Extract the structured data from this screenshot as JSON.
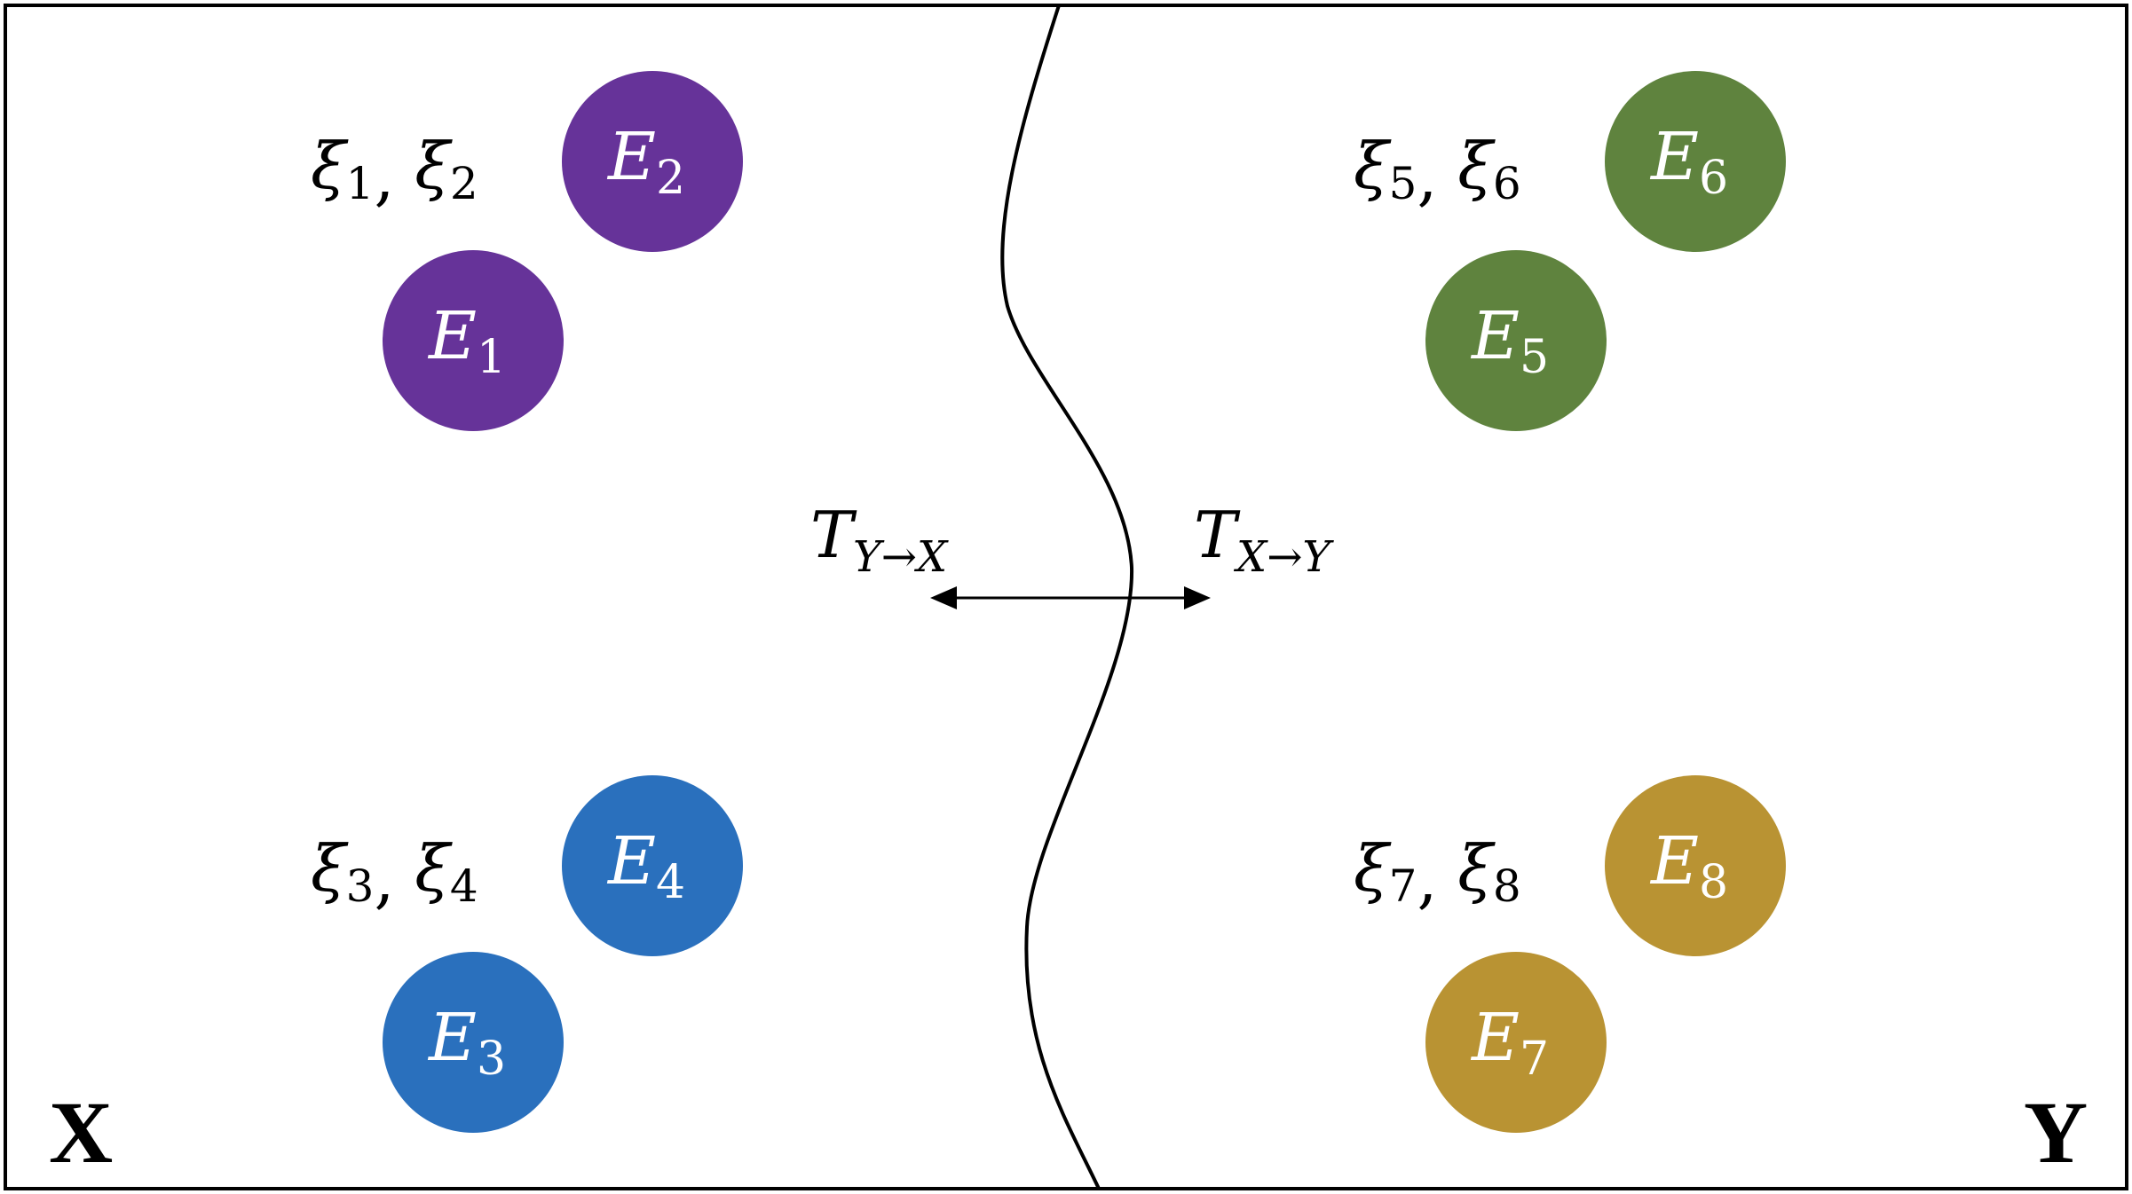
{
  "regions": {
    "left_label": "X",
    "right_label": "Y"
  },
  "maps": {
    "left": {
      "base": "T",
      "sub": "Y→X"
    },
    "right": {
      "base": "T",
      "sub": "X→Y"
    }
  },
  "groups": [
    {
      "id": "purple",
      "color": "#663399",
      "labels": [
        {
          "sym": "ξ",
          "sub": "1"
        },
        {
          "sym": "ξ",
          "sub": "2"
        }
      ],
      "nodes": [
        {
          "base": "E",
          "sub": "1"
        },
        {
          "base": "E",
          "sub": "2"
        }
      ]
    },
    {
      "id": "blue",
      "color": "#2a70bd",
      "labels": [
        {
          "sym": "ξ",
          "sub": "3"
        },
        {
          "sym": "ξ",
          "sub": "4"
        }
      ],
      "nodes": [
        {
          "base": "E",
          "sub": "3"
        },
        {
          "base": "E",
          "sub": "4"
        }
      ]
    },
    {
      "id": "green",
      "color": "#5f833e",
      "labels": [
        {
          "sym": "ξ",
          "sub": "5"
        },
        {
          "sym": "ξ",
          "sub": "6"
        }
      ],
      "nodes": [
        {
          "base": "E",
          "sub": "5"
        },
        {
          "base": "E",
          "sub": "6"
        }
      ]
    },
    {
      "id": "gold",
      "color": "#b99333",
      "labels": [
        {
          "sym": "ξ",
          "sub": "7"
        },
        {
          "sym": "ξ",
          "sub": "8"
        }
      ],
      "nodes": [
        {
          "base": "E",
          "sub": "7"
        },
        {
          "base": "E",
          "sub": "8"
        }
      ]
    }
  ]
}
